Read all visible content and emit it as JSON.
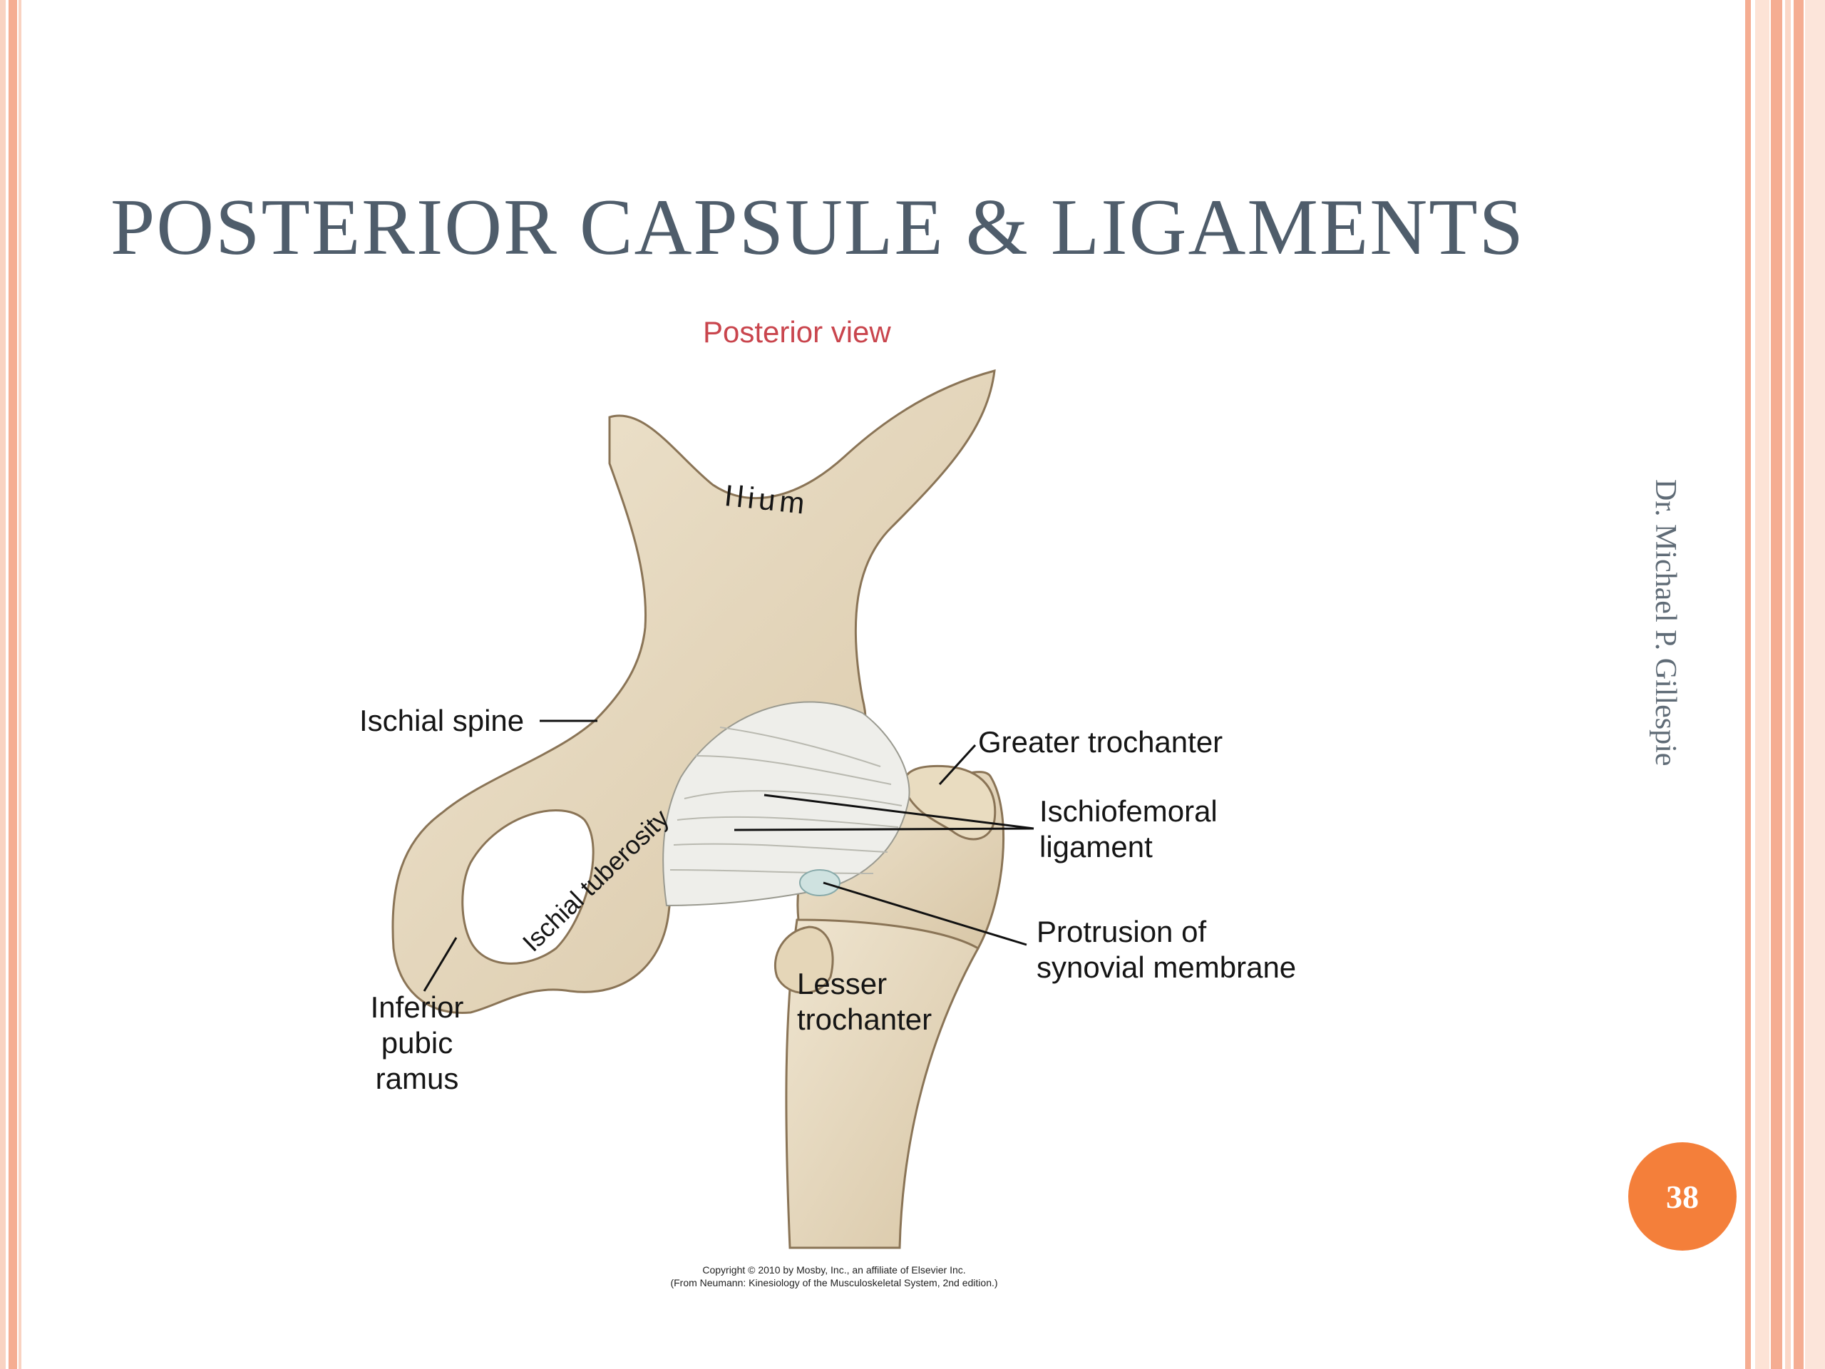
{
  "slide": {
    "title": "POSTERIOR CAPSULE & LIGAMENTS",
    "author": "Dr. Michael P. Gillespie",
    "page_number": "38"
  },
  "figure": {
    "caption": "Posterior view",
    "labels": {
      "ilium": "Ilium",
      "ischial_spine": "Ischial spine",
      "greater_trochanter": "Greater trochanter",
      "ischiofemoral_line1": "Ischiofemoral",
      "ischiofemoral_line2": "ligament",
      "protrusion_line1": "Protrusion of",
      "protrusion_line2": "synovial membrane",
      "ischial_tuberosity": "Ischial tuberosity",
      "inferior_pubic_line1": "Inferior",
      "inferior_pubic_line2": "pubic",
      "inferior_pubic_line3": "ramus",
      "lesser_line1": "Lesser",
      "lesser_line2": "trochanter"
    },
    "copyright_line1": "Copyright © 2010 by Mosby, Inc., an affiliate of Elsevier Inc.",
    "copyright_line2": "(From Neumann: Kinesiology of the Musculoskeletal System, 2nd edition.)"
  },
  "colors": {
    "accent": "#f47f3a",
    "title": "#4f5d6b",
    "caption": "#c9454d",
    "bone": "#e8dcc4",
    "border": "#f5ad92"
  }
}
